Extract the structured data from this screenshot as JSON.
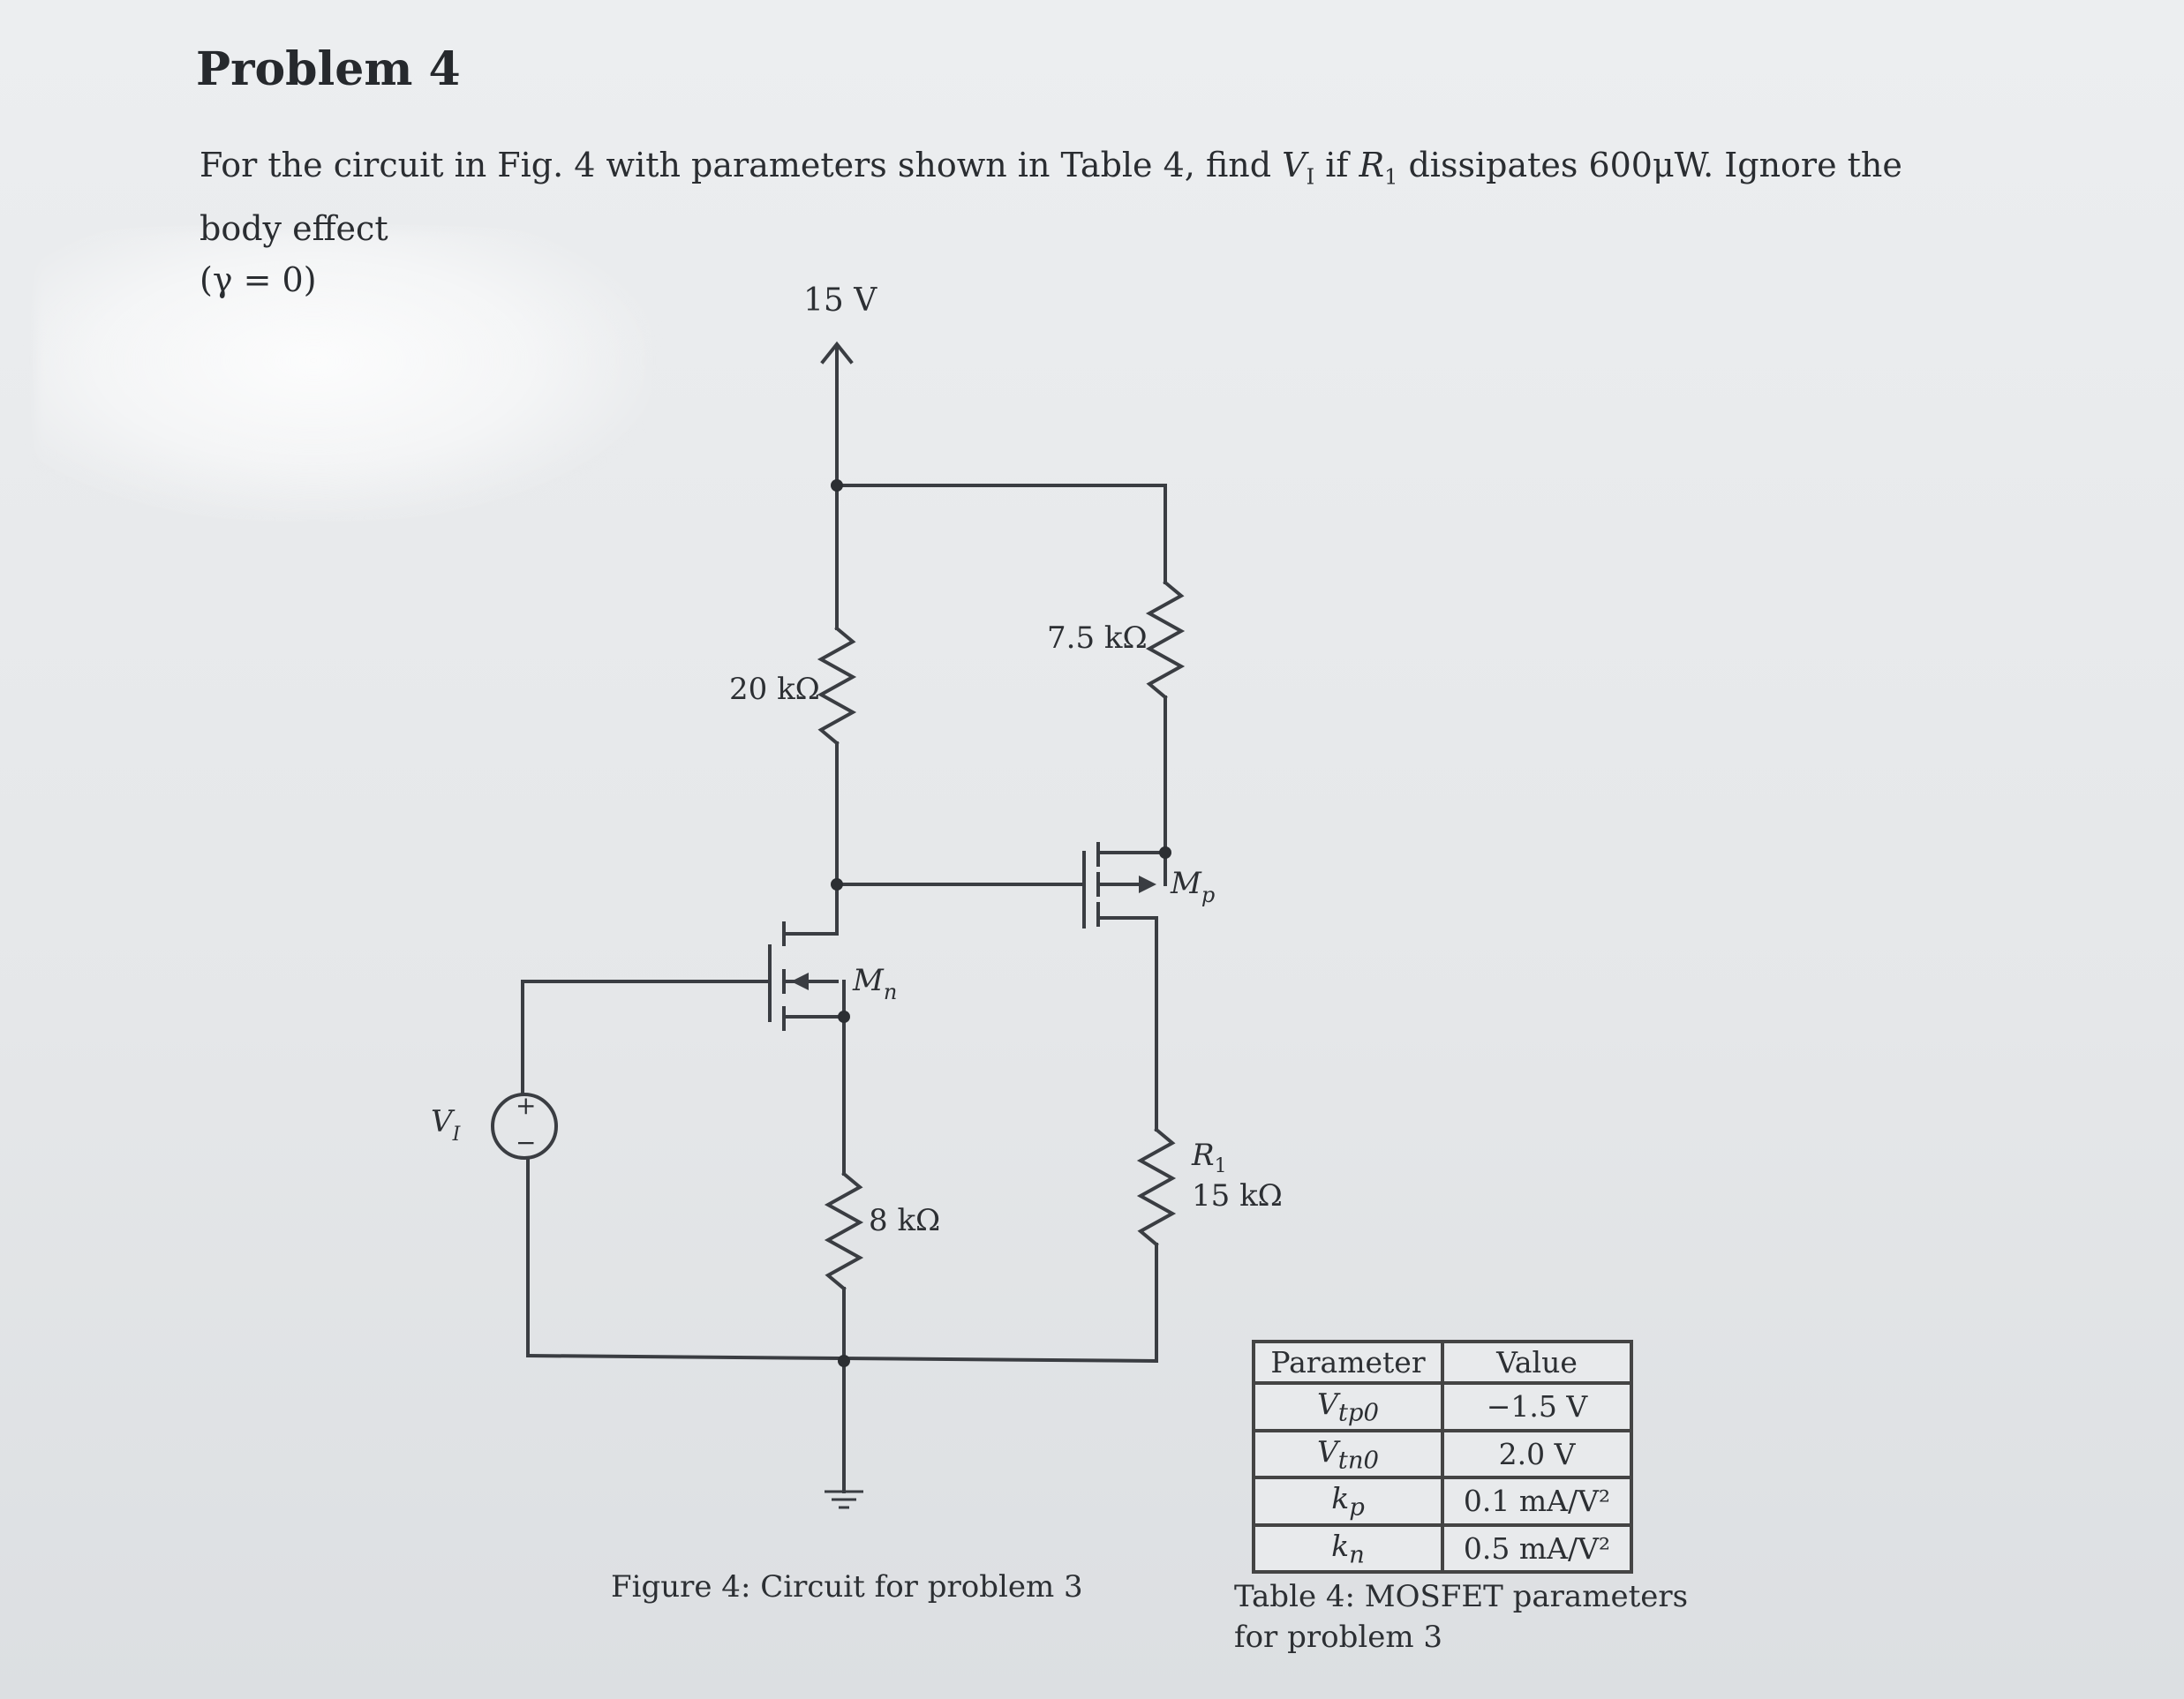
{
  "title": "Problem 4",
  "problem": {
    "text_a": "For the circuit in Fig. 4 with parameters shown in Table 4, find ",
    "vi_var": "V",
    "vi_sub": "I",
    "text_b": " if ",
    "r1_var": "R",
    "r1_sub": "1",
    "text_c": " dissipates 600μW. Ignore the body effect",
    "gamma": "(γ = 0)"
  },
  "circuit": {
    "supply_label": "15 V",
    "r_left_label": "20 kΩ",
    "r_right_label": "7.5 kΩ",
    "mp_label": "M",
    "mp_sub": "p",
    "mn_label": "M",
    "mn_sub": "n",
    "vi_label": "V",
    "vi_sub": "I",
    "source_plus": "+",
    "source_minus": "−",
    "r1_name": "R",
    "r1_name_sub": "1",
    "r1_value": "15 kΩ",
    "r_source_label": "8 kΩ"
  },
  "table": {
    "headers": [
      "Parameter",
      "Value"
    ],
    "rows": [
      {
        "param": "V",
        "param_sub": "tp0",
        "value": "−1.5 V"
      },
      {
        "param": "V",
        "param_sub": "tn0",
        "value": "2.0 V"
      },
      {
        "param": "k",
        "param_sub": "p",
        "value": "0.1 mA/V²"
      },
      {
        "param": "k",
        "param_sub": "n",
        "value": "0.5 mA/V²"
      }
    ]
  },
  "figure_caption": "Figure 4: Circuit for problem 3",
  "table_caption": "Table 4: MOSFET parameters for problem 3"
}
